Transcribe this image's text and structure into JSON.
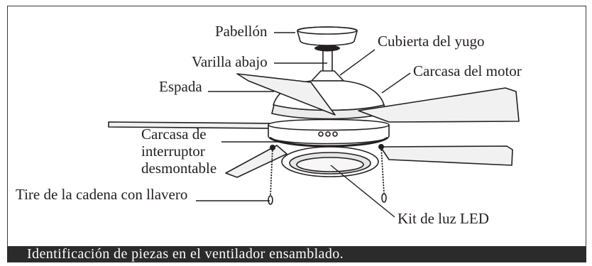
{
  "figure": {
    "labels": {
      "canopy": "Pabellón",
      "yoke_cover": "Cubierta del yugo",
      "downrod": "Varilla abajo",
      "motor_housing": "Carcasa del motor",
      "blade": "Espada",
      "switch_housing": [
        "Carcasa de",
        "interruptor",
        "desmontable"
      ],
      "pull_chain": "Tire de la cadena con llavero",
      "led_light_kit": "Kit de luz LED"
    },
    "caption": "Identificación de piezas en el ventilador ensamblado."
  },
  "colors": {
    "ink": "#231f20",
    "caption_bar": "#2b2b2b",
    "caption_text": "#ffffff"
  }
}
